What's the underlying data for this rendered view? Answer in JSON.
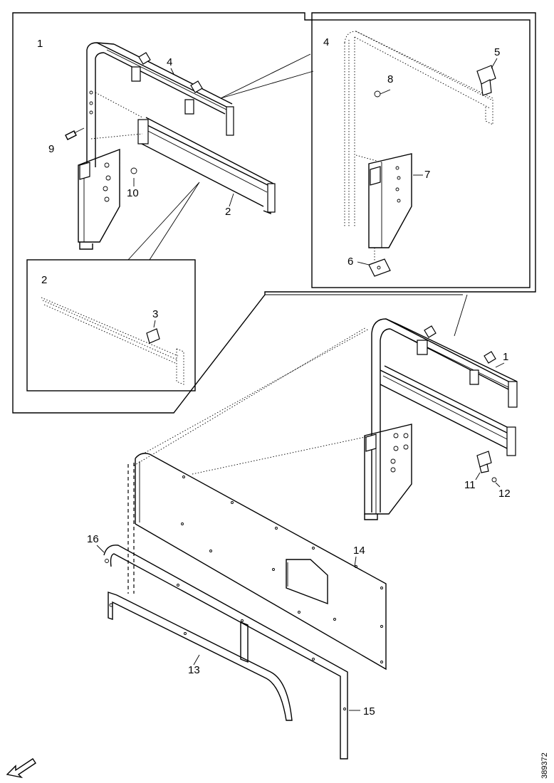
{
  "diagram": {
    "detail_box_1": {
      "label": "1"
    },
    "detail_box_4": {
      "label": "4"
    },
    "detail_box_2": {
      "label": "2"
    },
    "callouts": {
      "main_frame": "1",
      "frame_rod": "4",
      "crossbar": "2",
      "clip": "3",
      "hinge": "5",
      "plate": "6",
      "side_bracket": "7",
      "screw_8": "8",
      "bolt_9": "9",
      "washer_10": "10",
      "bracket_11": "11",
      "nut_12": "12",
      "trim_13": "13",
      "panel_14": "14",
      "strip_15": "15",
      "screw_16": "16"
    },
    "reference_code": "389372"
  }
}
